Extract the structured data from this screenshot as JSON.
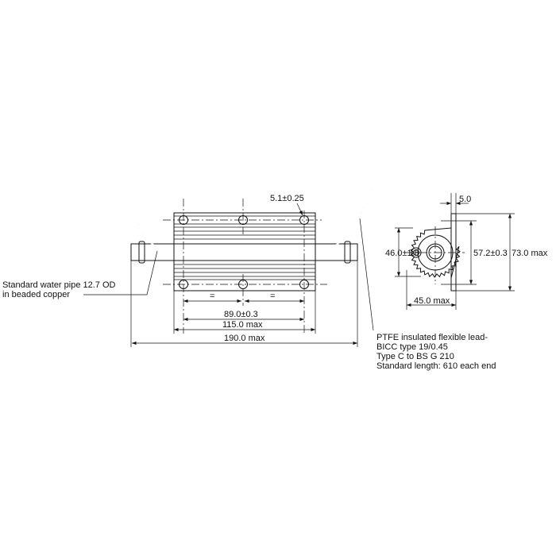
{
  "dimensions": {
    "hole_diameter": "5.1±0.25",
    "equal_left": "=",
    "equal_right": "=",
    "hole_spacing": "89.0±0.3",
    "body_length": "115.0 max",
    "overall_length": "190.0 max",
    "height_46": "46.0±1.6",
    "height_57": "57.2±0.3",
    "height_73": "73.0 max",
    "depth": "45.0 max",
    "plate_thickness": "5.0"
  },
  "notes": {
    "pipe_line1": "Standard water pipe 12.7 OD",
    "pipe_line2": "in beaded copper",
    "lead_line1": "PTFE insulated flexible lead-",
    "lead_line2": "BICC type 19/0.45",
    "lead_line3": "Type C to BS G 210",
    "lead_line4": "Standard length: 610 each end"
  }
}
